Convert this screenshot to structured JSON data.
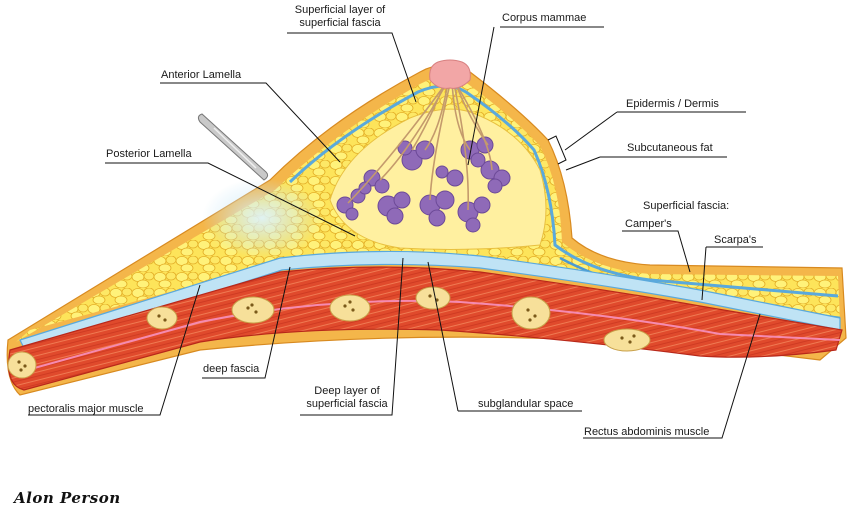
{
  "labels": {
    "superficial_layer": "Superficial layer of\nsuperficial fascia",
    "corpus_mammae": "Corpus mammae",
    "anterior_lamella": "Anterior Lamella",
    "epidermis_dermis": "Epidermis / Dermis",
    "posterior_lamella": "Posterior Lamella",
    "subcutaneous_fat": "Subcutaneous fat",
    "superficial_fascia": "Superficial fascia:",
    "campers": "Camper's",
    "scarpas": "Scarpa's",
    "deep_fascia": "deep fascia",
    "deep_layer": "Deep layer of\nsuperficial fascia",
    "subglandular_space": "subglandular space",
    "pectoralis_major": "pectoralis major muscle",
    "rectus_abdominis": "Rectus abdominis muscle"
  },
  "signature": "Alon Person",
  "colors": {
    "skin": "#f4b64a",
    "fat": "#fde45a",
    "fat_outline": "#e0a820",
    "fascia_blue": "#5aa9dc",
    "light_blue": "#bfe3f5",
    "muscle": "#e04a2c",
    "muscle_dark": "#b8281a",
    "gland": "#8f6ab8",
    "nipple": "#f2a6a6",
    "vessel_pink": "#f58ab0"
  }
}
